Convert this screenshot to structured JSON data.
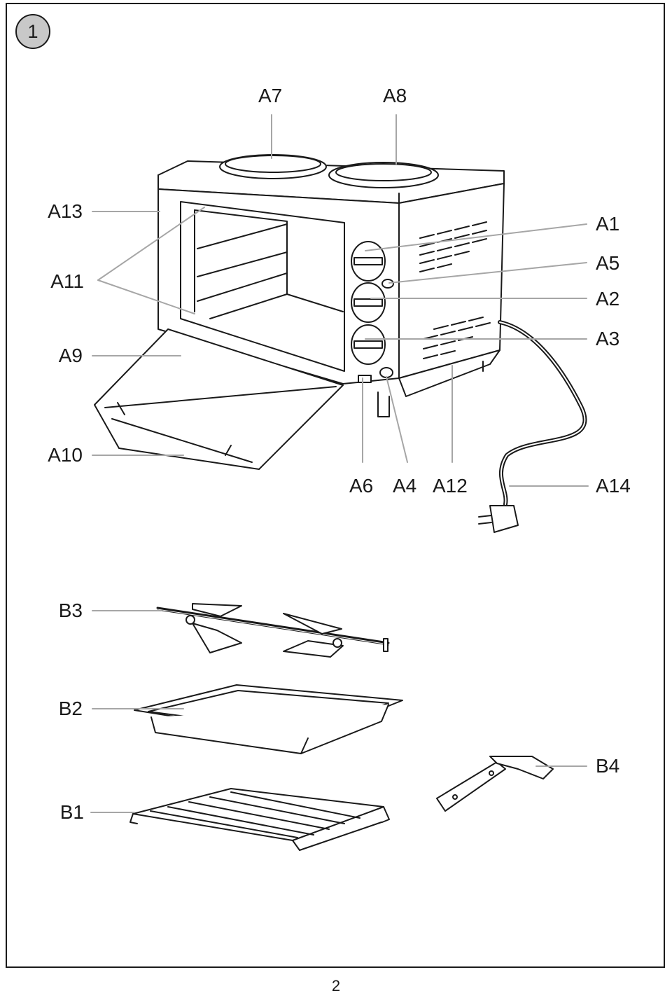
{
  "figure_number": "1",
  "page_number": "2",
  "labels": {
    "A1": "A1",
    "A2": "A2",
    "A3": "A3",
    "A4": "A4",
    "A5": "A5",
    "A6": "A6",
    "A7": "A7",
    "A8": "A8",
    "A9": "A9",
    "A10": "A10",
    "A11": "A11",
    "A12": "A12",
    "A13": "A13",
    "A14": "A14",
    "B1": "B1",
    "B2": "B2",
    "B3": "B3",
    "B4": "B4"
  },
  "colors": {
    "leader": "#a6a6a6",
    "outline": "#1a1a1a",
    "badge": "#c8c8c8"
  }
}
